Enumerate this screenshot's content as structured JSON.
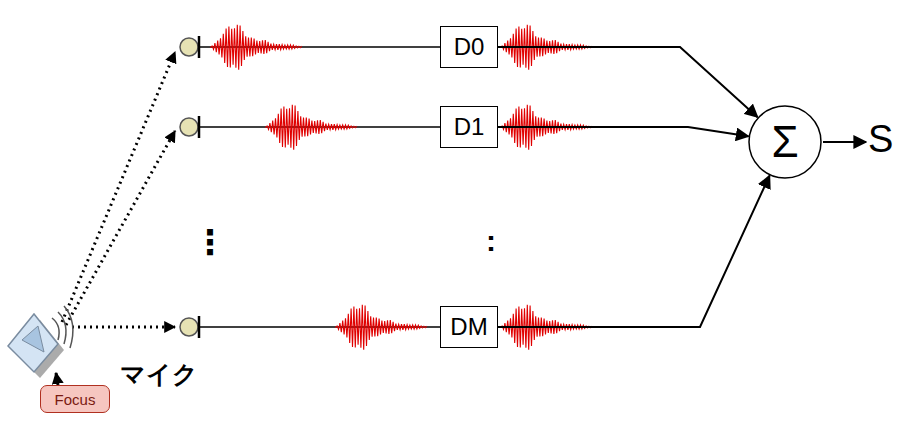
{
  "diagram": {
    "nodes": [
      {
        "text": [
          "D0"
        ]
      },
      {
        "text": [
          "D1"
        ]
      },
      {
        "text": [
          "DM"
        ]
      },
      {
        "text": [
          "Σ"
        ]
      },
      {
        "text": [
          "Focus"
        ]
      }
    ],
    "edges": [
      {
        "from": 0,
        "to": 3,
        "arrow": "to"
      },
      {
        "from": 1,
        "to": 3,
        "arrow": "to"
      },
      {
        "from": 2,
        "to": 3,
        "arrow": "to"
      }
    ],
    "labels": [
      "S",
      "マイク",
      "⋮",
      ":"
    ]
  }
}
